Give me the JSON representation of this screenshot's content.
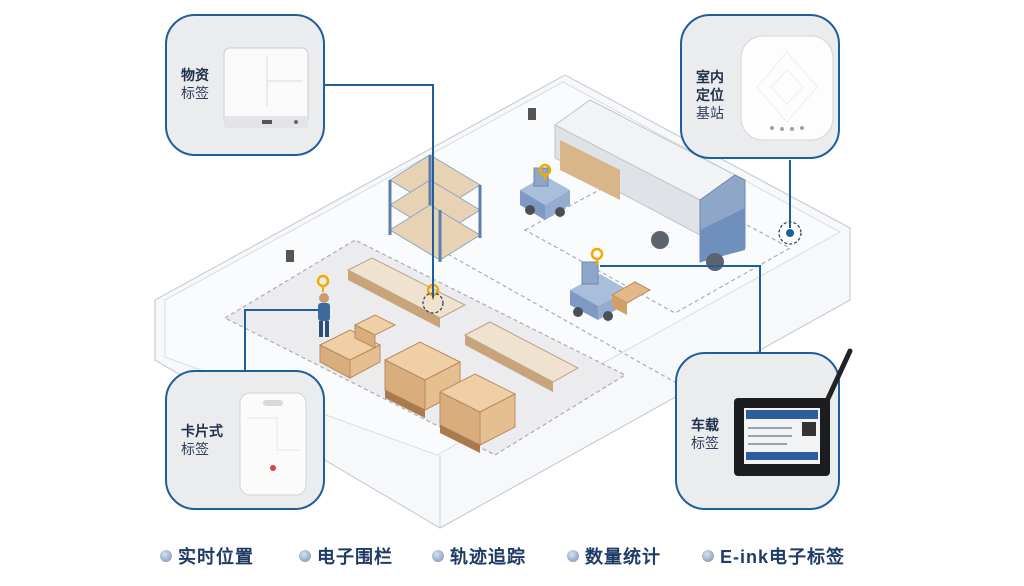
{
  "cards": {
    "material_tag": {
      "line1": "物资",
      "line2": "标签",
      "icon": "asset-tag-device"
    },
    "base_station": {
      "line1": "室内",
      "line2": "定位",
      "line3": "基站",
      "icon": "ceiling-anchor-device"
    },
    "card_tag": {
      "line1": "卡片式",
      "line2": "标签",
      "icon": "badge-tag-device"
    },
    "vehicle_tag": {
      "line1": "车载",
      "line2": "标签",
      "icon": "vehicle-tag-device"
    }
  },
  "legend": [
    {
      "label": "实时位置"
    },
    {
      "label": "电子围栏"
    },
    {
      "label": "轨迹追踪"
    },
    {
      "label": "数量统计"
    },
    {
      "label": "E-ink电子标签"
    }
  ],
  "colors": {
    "line": "#1f5e9c",
    "marker": "#f2a900",
    "box": "#e3b98a",
    "card_bg": "#ebecee"
  }
}
